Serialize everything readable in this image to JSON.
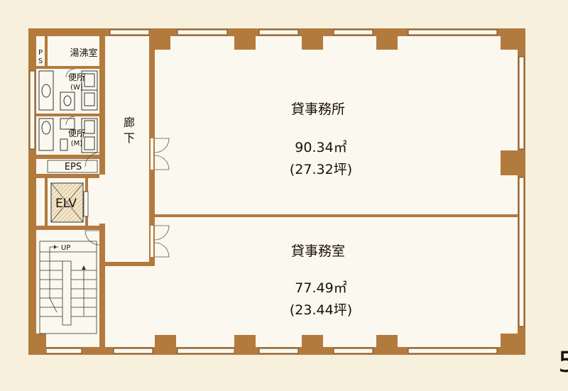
{
  "colors": {
    "wall": "#b37a3e",
    "background": "#f7f0dc",
    "floor": "#fbf8ef",
    "line": "#333333",
    "text": "#1a1208"
  },
  "rooms": {
    "office_north": {
      "name": "貸事務所",
      "area_sqm": "90.34㎡",
      "area_tsubo": "(27.32坪)"
    },
    "office_south": {
      "name": "貸事務室",
      "area_sqm": "77.49㎡",
      "area_tsubo": "(23.44坪)"
    },
    "corridor": {
      "label_1": "廊",
      "label_2": "下"
    },
    "kitchenette": "湯沸室",
    "pipe_shaft": {
      "label_1": "P",
      "label_2": "S"
    },
    "toilet_women": {
      "line_1": "便所",
      "line_2": "(W)"
    },
    "toilet_men": {
      "line_1": "便所",
      "line_2": "(M)"
    },
    "eps": "EPS",
    "elevator": "ELV",
    "stair": {
      "up_label": "UP"
    }
  },
  "page_number": "5"
}
